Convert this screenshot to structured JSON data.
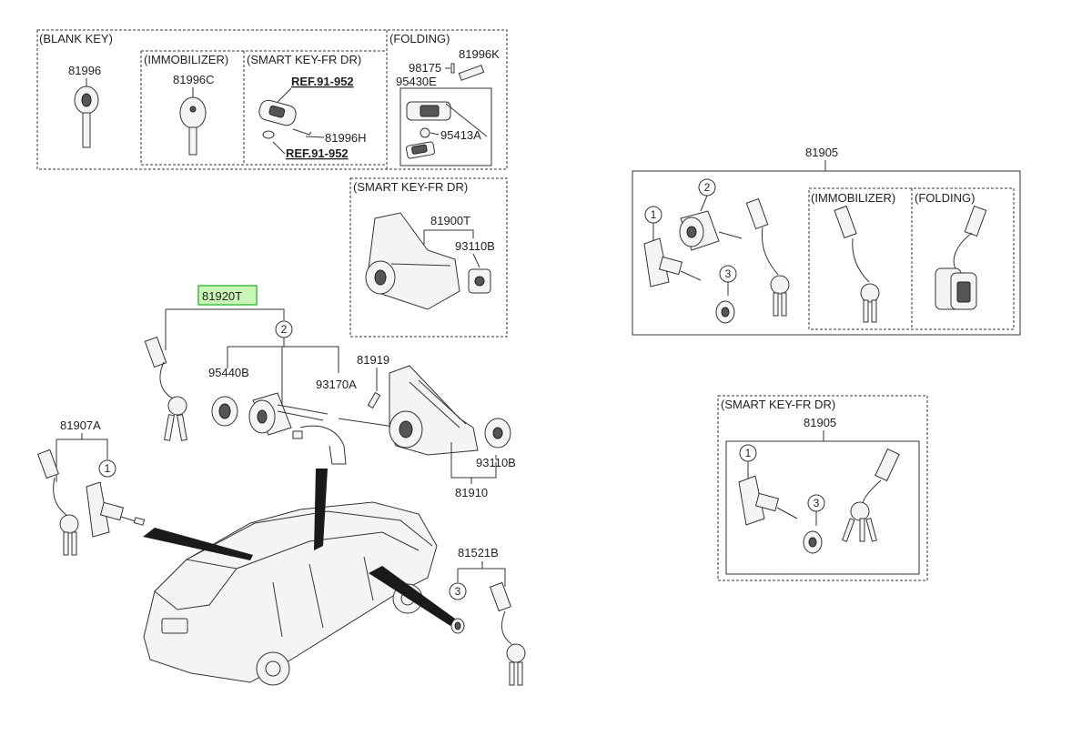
{
  "sections": {
    "blank_key": "(BLANK KEY)",
    "immobilizer": "(IMMOBILIZER)",
    "smart_key_fr_dr": "(SMART KEY-FR DR)",
    "folding": "(FOLDING)"
  },
  "part_numbers": {
    "p81996": "81996",
    "p81996C": "81996C",
    "ref1": "REF.91-952",
    "ref2": "REF.91-952",
    "p81996H": "81996H",
    "p98175": "98175",
    "p81996K": "81996K",
    "p95430E": "95430E",
    "p95413A": "95413A",
    "p81900T": "81900T",
    "p93110B_top": "93110B",
    "p81920T": "81920T",
    "p95440B": "95440B",
    "p93170A": "93170A",
    "p81919": "81919",
    "p93110B_mid": "93110B",
    "p81910": "81910",
    "p81907A": "81907A",
    "p81521B": "81521B",
    "p81905_top": "81905",
    "p81905_bottom": "81905"
  },
  "circled": {
    "one": "1",
    "two": "2",
    "three": "3"
  },
  "highlight_color": "#c9f5b6"
}
